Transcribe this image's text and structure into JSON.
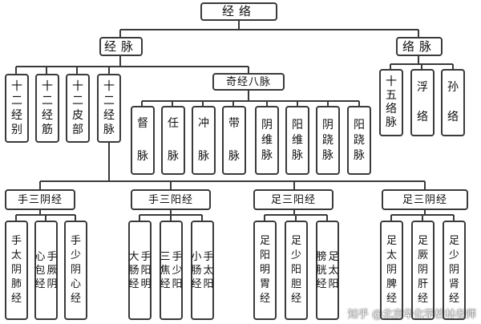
{
  "root": "经络",
  "jingmai": "经脉",
  "luomai": "络脉",
  "shier_jingbie": "十二经别",
  "shier_jingjin": "十二经筋",
  "shier_pibu": "十二皮部",
  "shier_jingmai": "十二经脉",
  "qijing_bamai": "奇经八脉",
  "bamai": [
    "督脉",
    "任脉",
    "冲脉",
    "带脉",
    "阴维脉",
    "阳维脉",
    "阴跷脉",
    "阳跷脉"
  ],
  "luo": [
    "十五络脉",
    "浮络",
    "孙络"
  ],
  "groups": [
    {
      "label": "手三阴经",
      "channels": [
        "手太阴肺经",
        "手厥阴心包经",
        "手少阴心经"
      ]
    },
    {
      "label": "手三阳经",
      "channels": [
        "手阳明大肠经",
        "手少阳三焦经",
        "手太阳小肠经"
      ]
    },
    {
      "label": "足三阳经",
      "channels": [
        "足阳明胃经",
        "足少阳胆经",
        "足太阳膀胱经"
      ]
    },
    {
      "label": "足三阴经",
      "channels": [
        "足太阴脾经",
        "足厥阴肝经",
        "足少阴肾经"
      ]
    }
  ],
  "watermark": "知乎 @北京华化学校林老师"
}
